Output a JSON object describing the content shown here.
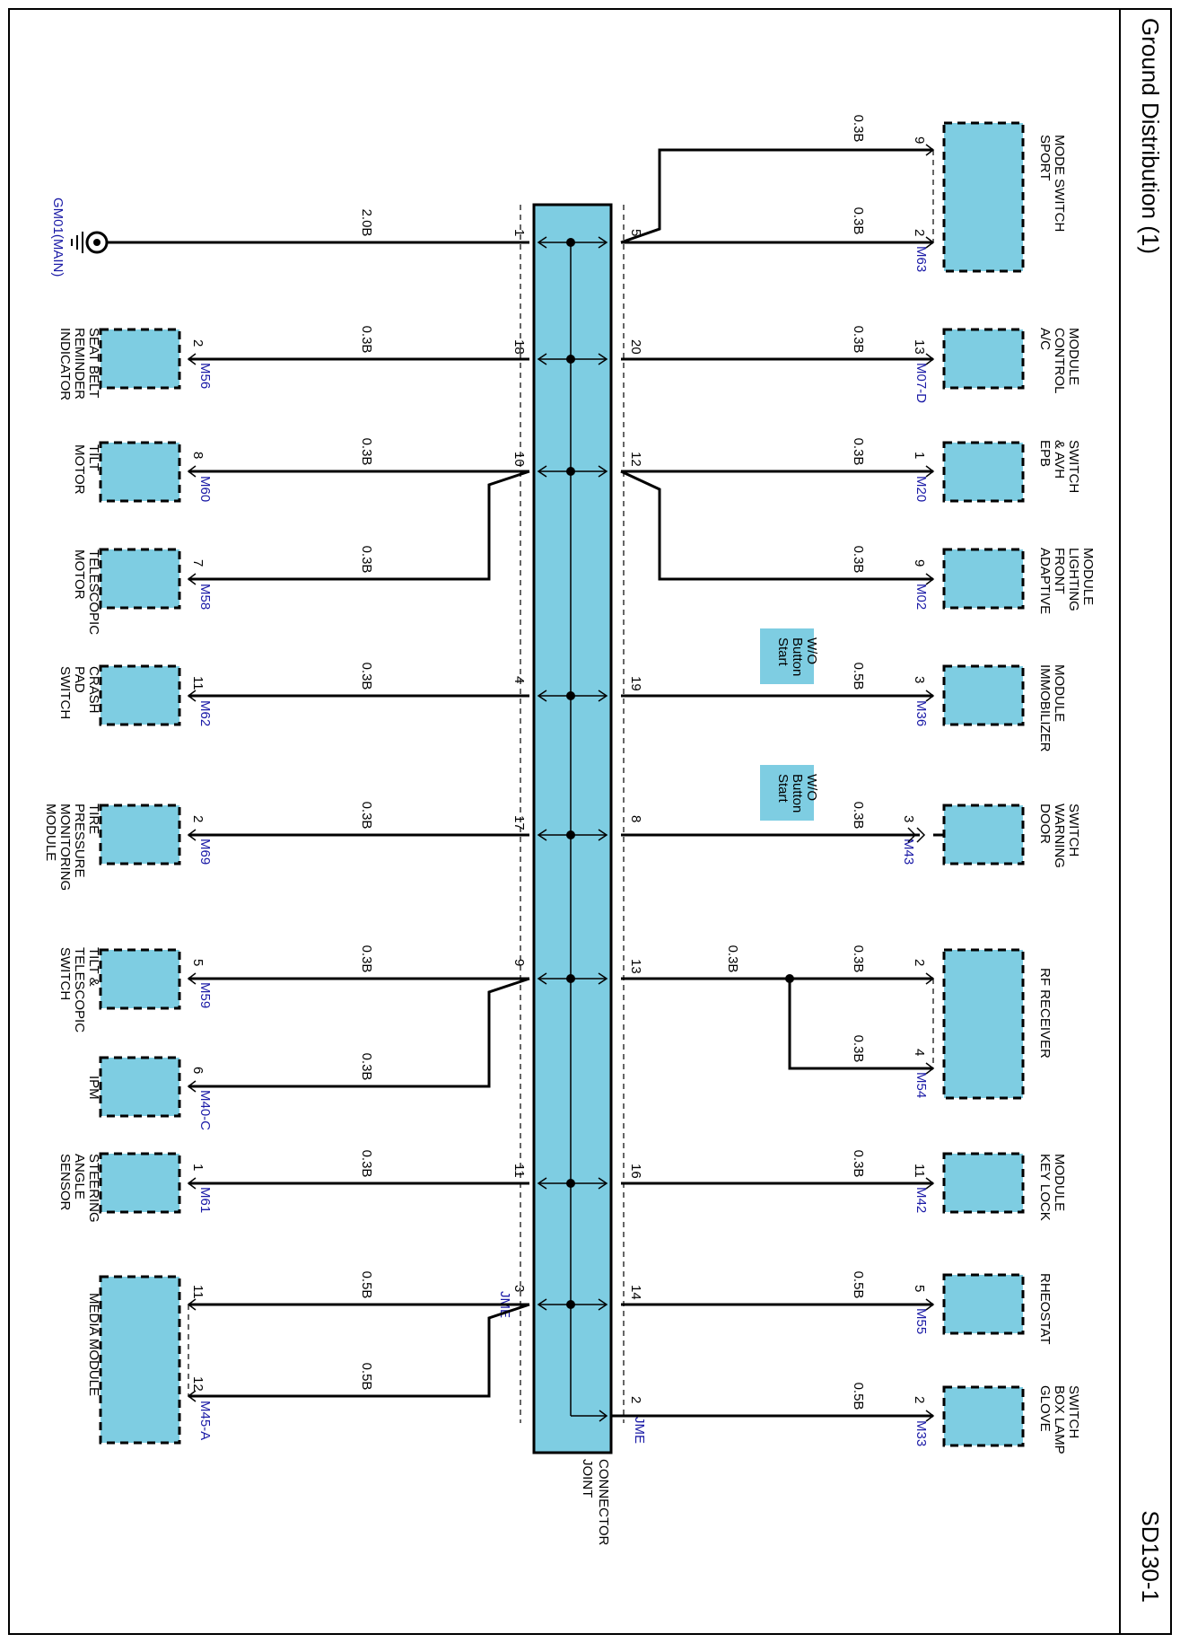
{
  "title": "Ground Distribution (1)",
  "page_code": "SD130-1",
  "joint_connector": {
    "label": [
      "JOINT",
      "CONNECTOR"
    ],
    "connector_ids": [
      "JME",
      "JME"
    ]
  },
  "ground": {
    "label": "GM01(MAIN)",
    "wire": "2.0B",
    "pin": "1"
  },
  "right_components": [
    {
      "id": "sport",
      "name": [
        "SPORT",
        "MODE SWITCH"
      ],
      "connector": "M63",
      "pins": [
        "9",
        "2"
      ],
      "wires": [
        "0.3B",
        "0.3B"
      ],
      "joint_pin": "5"
    },
    {
      "id": "ac",
      "name": [
        "A/C",
        "CONTROL",
        "MODULE"
      ],
      "connector": "M07-D",
      "pins": [
        "13"
      ],
      "wires": [
        "0.3B"
      ],
      "joint_pin": "20"
    },
    {
      "id": "epb",
      "name": [
        "EPB",
        "& AVH",
        "SWITCH"
      ],
      "connector": "M20",
      "pins": [
        "1"
      ],
      "wires": [
        "0.3B"
      ],
      "joint_pin": "12"
    },
    {
      "id": "afls",
      "name": [
        "ADAPTIVE",
        "FRONT",
        "LIGHTING",
        "MODULE"
      ],
      "connector": "M02",
      "pins": [
        "9"
      ],
      "wires": [
        "0.3B"
      ],
      "joint_pin": ""
    },
    {
      "id": "immo",
      "name": [
        "IMMOBILIZER",
        "MODULE"
      ],
      "connector": "M36",
      "pins": [
        "3"
      ],
      "wires": [
        "0.5B"
      ],
      "joint_pin": "19",
      "note": [
        "W/O",
        "Button",
        "Start"
      ]
    },
    {
      "id": "door",
      "name": [
        "DOOR",
        "WARNING",
        "SWITCH"
      ],
      "connector": "M43",
      "pins": [
        "3"
      ],
      "wires": [
        "0.3B"
      ],
      "joint_pin": "8",
      "note": [
        "W/O",
        "Button",
        "Start"
      ]
    },
    {
      "id": "rf",
      "name": [
        "RF RECEIVER"
      ],
      "connector": "M54",
      "pins": [
        "2",
        "4"
      ],
      "wires": [
        "0.3B",
        "0.3B",
        "0.3B"
      ],
      "joint_pin": "13"
    },
    {
      "id": "keylock",
      "name": [
        "KEY LOCK",
        "MODULE"
      ],
      "connector": "M42",
      "pins": [
        "11"
      ],
      "wires": [
        "0.3B"
      ],
      "joint_pin": "16"
    },
    {
      "id": "rheostat",
      "name": [
        "RHEOSTAT"
      ],
      "connector": "M55",
      "pins": [
        "5"
      ],
      "wires": [
        "0.5B"
      ],
      "joint_pin": "14"
    },
    {
      "id": "glove",
      "name": [
        "GLOVE",
        "BOX LAMP",
        "SWITCH"
      ],
      "connector": "M33",
      "pins": [
        "2"
      ],
      "wires": [
        "0.5B"
      ],
      "joint_pin": "2"
    }
  ],
  "left_components": [
    {
      "id": "seatbelt",
      "name": [
        "SEAT BELT",
        "REMINDER",
        "INDICATOR"
      ],
      "connector": "M56",
      "pins": [
        "2"
      ],
      "wires": [
        "0.3B"
      ],
      "joint_pin": "18"
    },
    {
      "id": "tilt",
      "name": [
        "TILT",
        "MOTOR"
      ],
      "connector": "M60",
      "pins": [
        "8"
      ],
      "wires": [
        "0.3B"
      ],
      "joint_pin": "10"
    },
    {
      "id": "tele",
      "name": [
        "TELESCOPIC",
        "MOTOR"
      ],
      "connector": "M58",
      "pins": [
        "7"
      ],
      "wires": [
        "0.3B"
      ],
      "joint_pin": ""
    },
    {
      "id": "crash",
      "name": [
        "CRASH",
        "PAD",
        "SWITCH"
      ],
      "connector": "M62",
      "pins": [
        "11"
      ],
      "wires": [
        "0.3B"
      ],
      "joint_pin": "4"
    },
    {
      "id": "tpms",
      "name": [
        "TIRE",
        "PRESSURE",
        "MONITORING",
        "MODULE"
      ],
      "connector": "M69",
      "pins": [
        "2"
      ],
      "wires": [
        "0.3B"
      ],
      "joint_pin": "17"
    },
    {
      "id": "tts",
      "name": [
        "TILT &",
        "TELESCOPIC",
        "SWITCH"
      ],
      "connector": "M59",
      "pins": [
        "5"
      ],
      "wires": [
        "0.3B"
      ],
      "joint_pin": "9"
    },
    {
      "id": "ipm",
      "name": [
        "IPM"
      ],
      "connector": "M40-C",
      "pins": [
        "6"
      ],
      "wires": [
        "0.3B"
      ],
      "joint_pin": ""
    },
    {
      "id": "steer",
      "name": [
        "STEERING",
        "ANGLE",
        "SENSOR"
      ],
      "connector": "M61",
      "pins": [
        "1"
      ],
      "wires": [
        "0.3B"
      ],
      "joint_pin": "11"
    },
    {
      "id": "media",
      "name": [
        "MEDIA MODULE"
      ],
      "connector": "M45-A",
      "pins": [
        "11",
        "12"
      ],
      "wires": [
        "0.5B",
        "0.5B"
      ],
      "joint_pin": "3"
    }
  ],
  "colors": {
    "fill": "#7ecde2",
    "line": "#000000",
    "connector_text": "#1a1aa6"
  }
}
